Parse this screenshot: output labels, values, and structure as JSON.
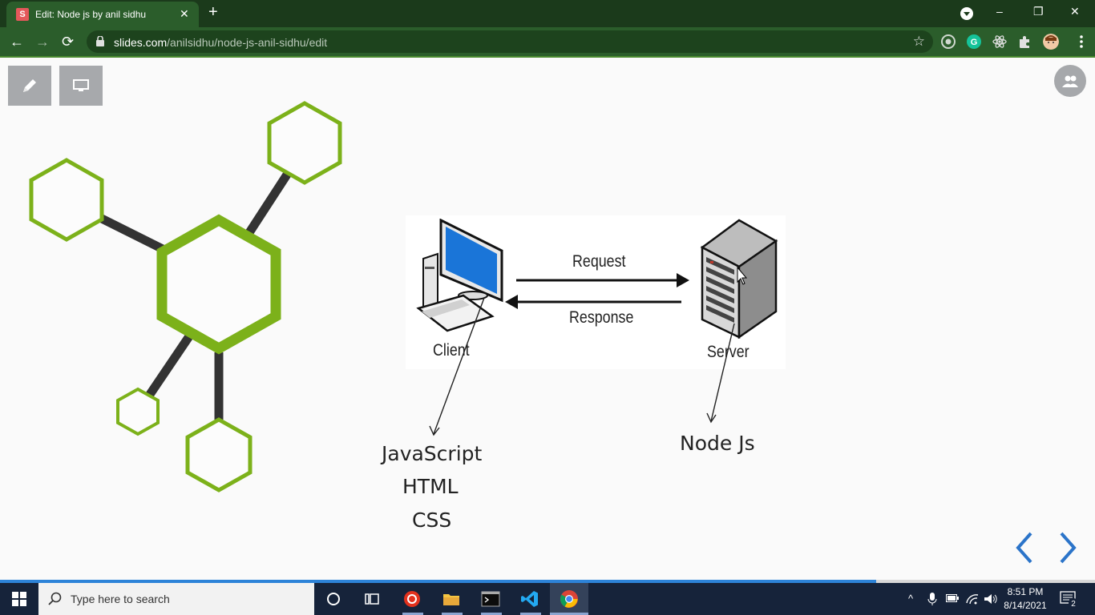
{
  "browser": {
    "tab_title": "Edit: Node js by anil sidhu",
    "tab_favicon_letter": "S",
    "close_tab": "✕",
    "new_tab": "+",
    "url_host": "slides.com",
    "url_path": "/anilsidhu/node-js-anil-sidhu/edit",
    "minimize": "–",
    "restore": "❐",
    "close_window": "✕",
    "back": "←",
    "forward": "→",
    "reload": "⟳",
    "bookmark": "☆"
  },
  "slide": {
    "diagram": {
      "request_label": "Request",
      "response_label": "Response",
      "client_label": "Client",
      "server_label": "Server"
    },
    "client_technologies": [
      "JavaScript",
      "HTML",
      "CSS"
    ],
    "server_technology": "Node Js",
    "progress": 0.8
  },
  "taskbar": {
    "search_placeholder": "Type here to search",
    "time": "8:51 PM",
    "date": "8/14/2021",
    "notification_count": "2"
  },
  "icons": {
    "edit": "pencil-icon",
    "present": "monitor-icon",
    "collaborate": "people-icon",
    "prev": "chevron-left-icon",
    "next": "chevron-right-icon"
  },
  "colors": {
    "hexagon_green": "#7cb11a",
    "hexagon_connector": "#333333",
    "nav_arrow_blue": "#2b74c9",
    "browser_green": "#2b5d2b"
  }
}
